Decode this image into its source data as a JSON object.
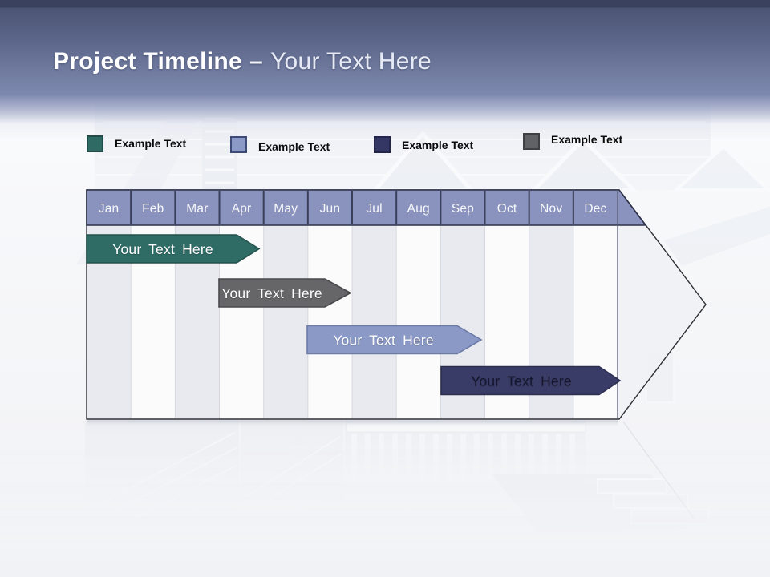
{
  "slide": {
    "title": {
      "primary": "Project Timeline",
      "separator": "–",
      "secondary": "Your Text Here"
    }
  },
  "legend": {
    "items": [
      {
        "label": "Example Text",
        "color": "#2f6b64",
        "border": "#1f4c47"
      },
      {
        "label": "Example Text",
        "color": "#8b99c7",
        "border": "#3f4b77"
      },
      {
        "label": "Example Text",
        "color": "#343763",
        "border": "#23254a"
      },
      {
        "label": "Example Text",
        "color": "#616266",
        "border": "#3f4042"
      }
    ]
  },
  "timeline": {
    "months": [
      "Jan",
      "Feb",
      "Mar",
      "Apr",
      "May",
      "Jun",
      "Jul",
      "Aug",
      "Sep",
      "Oct",
      "Nov",
      "Dec"
    ],
    "header_fill": "#8a93be",
    "bars": [
      {
        "label": "Your Text Here",
        "color": "#2f6c66",
        "border": "#24524c",
        "text_color": "#ffffff",
        "start_month": "Jan",
        "end_month": "Apr"
      },
      {
        "label": "Your Text Here",
        "color": "#666669",
        "border": "#4a4a4e",
        "text_color": "#ffffff",
        "start_month": "Apr",
        "end_month": "Jun"
      },
      {
        "label": "Your Text Here",
        "color": "#8b99c6",
        "border": "#6d7ba8",
        "text_color": "#ffffff",
        "start_month": "Jun",
        "end_month": "Sep"
      },
      {
        "label": "Your Text Here",
        "color": "#3a3c68",
        "border": "#2c2e50",
        "text_color": "#16172e",
        "start_month": "Sep",
        "end_month": "Dec"
      }
    ]
  }
}
